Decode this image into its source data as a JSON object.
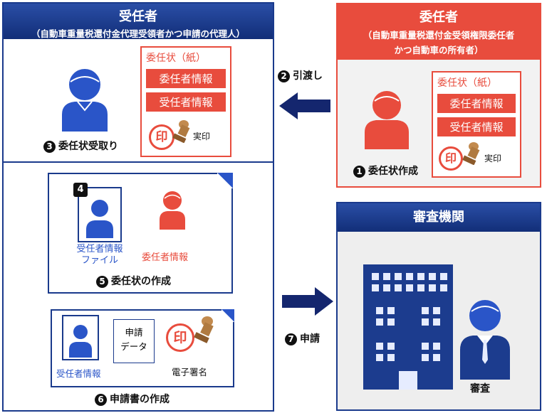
{
  "left_panel": {
    "title": "受任者",
    "subtitle": "（自動車重量税還付金代理受領者かつ申請の代理人）",
    "receive": {
      "step_no": "3",
      "step_label": "委任状受取り"
    },
    "create_letter": {
      "step_no": "5",
      "step_label": "委任状の作成",
      "badge_no": "4",
      "file_label_1": "受任者情報",
      "file_label_2": "ファイル",
      "mandator_label": "委任者情報"
    },
    "application": {
      "step_no": "6",
      "step_label": "申請書の作成",
      "file_label": "受任者情報",
      "data_label_1": "申請",
      "data_label_2": "データ",
      "signature_label": "電子署名"
    }
  },
  "right_panel": {
    "title": "委任者",
    "subtitle_1": "（自動車重量税還付金受領権限委任者",
    "subtitle_2": "かつ自動車の所有者）",
    "step_no": "1",
    "step_label": "委任状作成"
  },
  "letter": {
    "title": "委任状（紙）",
    "row1": "委任者情報",
    "row2": "受任者情報",
    "seal_char": "印",
    "seal_label": "実印"
  },
  "handover": {
    "step_no": "2",
    "label": "引渡し"
  },
  "apply": {
    "step_no": "7",
    "label": "申請"
  },
  "examiner": {
    "title": "審査機関",
    "label": "審査"
  },
  "colors": {
    "red": "#e84c3d",
    "navy": "#1a3a8c",
    "blue": "#2a55c8"
  }
}
